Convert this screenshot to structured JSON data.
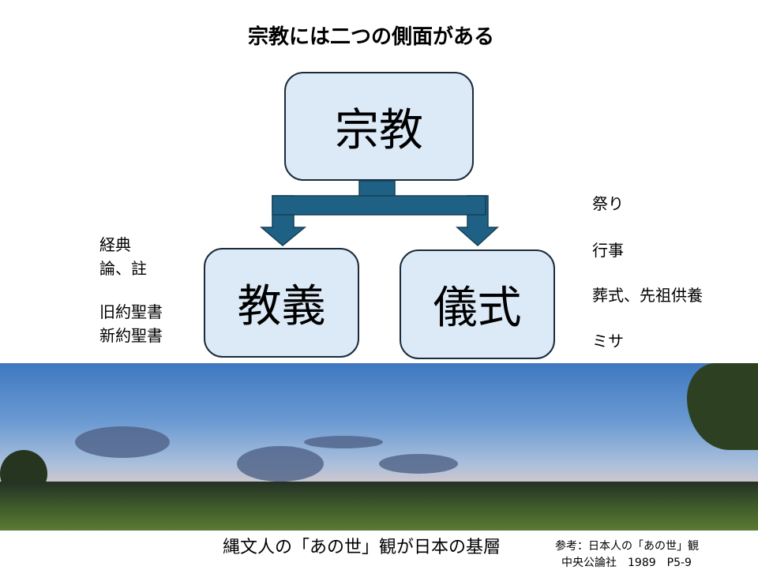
{
  "title": "宗教には二つの側面がある",
  "boxes": {
    "top": "宗教",
    "left": "教義",
    "right": "儀式"
  },
  "left_notes": [
    "経典",
    "論、註",
    "旧約聖書",
    "新約聖書"
  ],
  "right_notes": [
    "祭り",
    "行事",
    "葬式、先祖供養",
    "ミサ"
  ],
  "caption": "縄文人の「あの世」観が日本の基層",
  "reference": {
    "line1": "参考：日本人の「あの世」観",
    "line2": "中央公論社　1989　P5-9"
  },
  "colors": {
    "box_fill": "#dce9f7",
    "arrow": "#1f6185"
  }
}
